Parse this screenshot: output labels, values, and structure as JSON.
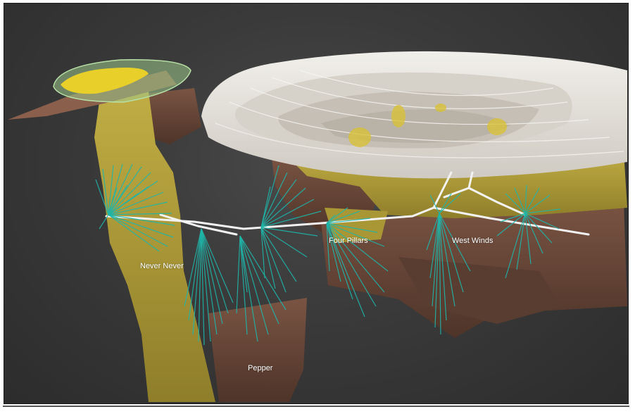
{
  "labels": {
    "four_pillars": "Four Pillars",
    "west_winds": "West Winds",
    "never_never": "Never Never",
    "pepper": "Pepper"
  },
  "colors": {
    "background": "#3a3a3a",
    "ore_body": "#b5a23a",
    "host_rock": "#6b4a3a",
    "pit_shell": "#e6e2dc",
    "drillholes": "#1fb5a8",
    "decline": "#f2f2f2",
    "gold_mineralisation": "#e8cf2a"
  }
}
